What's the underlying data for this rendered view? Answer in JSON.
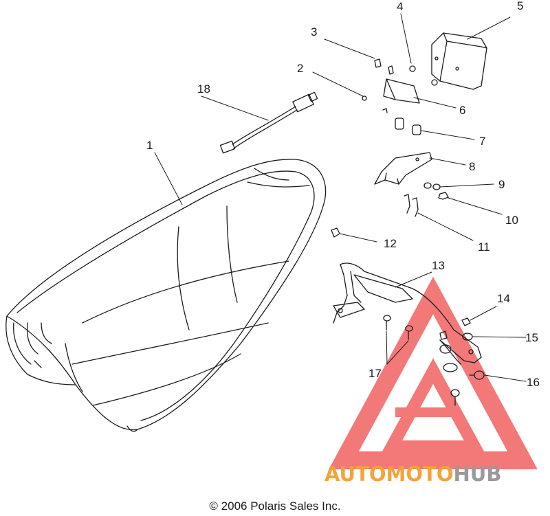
{
  "copyright": "© 2006 Polaris Sales Inc.",
  "watermark": {
    "part1": "AUTO",
    "part2": "MOTO",
    "part3": "HUB",
    "color_main": "#f4a23a",
    "color_hub": "#9a9a9a",
    "color_logo": "#ef4b4b"
  },
  "callouts": [
    "1",
    "2",
    "3",
    "4",
    "5",
    "6",
    "7",
    "8",
    "9",
    "10",
    "11",
    "12",
    "13",
    "14",
    "15",
    "16",
    "17",
    "18"
  ]
}
